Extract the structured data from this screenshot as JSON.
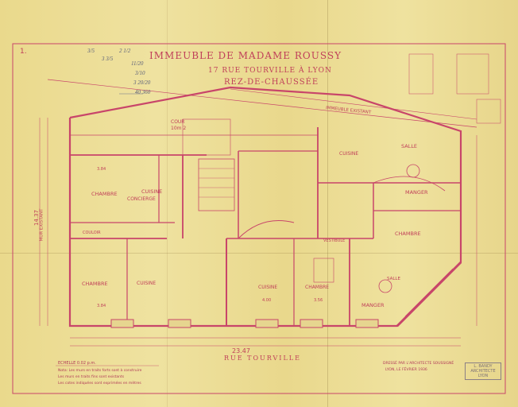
{
  "sheet_number": "1.",
  "title": {
    "building": "IMMEUBLE DE MADAME ROUSSY",
    "address": "17 RUE TOURVILLE À LYON",
    "floor": "REZ-DE-CHAUSSÉE"
  },
  "rooms": {
    "chambre_1": "CHAMBRE",
    "cuisine_1": "CUISINE",
    "concierge": "CONCIERGE",
    "chambre_2": "CHAMBRE",
    "cuisine_2": "CUISINE",
    "cuisine_3": "CUISINE",
    "chambre_3": "CHAMBRE",
    "manger_1": "MANGER",
    "salle": "SALLE",
    "cuisine_4": "CUISINE",
    "manger_2": "MANGER",
    "chambre_4": "CHAMBRE",
    "salle_2": "SALLE",
    "vestibule": "VESTIBULE",
    "couloir": "COULOIR"
  },
  "labels": {
    "street": "RUE TOURVILLE",
    "immeuble_existant_top": "IMMEUBLE EXISTANT",
    "immeuble_existant_left": "MUR EXISTANT",
    "cour": "COUR",
    "cour_area": "10m 2",
    "scale": "ECHELLE 0.02 p.m.",
    "architect": "DRESSÉ PAR L'ARCHITECTE SOUSSIGNÉ",
    "date": "LYON, LE FÉVRIER 1936"
  },
  "dimensions": {
    "total_width": "23.47",
    "depth": "14.37",
    "d1": "3.84",
    "d2": "3.84",
    "d3": "4.00",
    "d4": "3.56"
  },
  "pencil_notes": [
    "3/5",
    "3 3/5",
    "2 1/2",
    "11/20",
    "3/10",
    "3 20/20",
    "40 360"
  ],
  "stamp": {
    "line1": "L. BANDY",
    "line2": "ARCHITECTE",
    "line3": "LYON"
  },
  "legend_notes": [
    "Nota: Les murs en traits forts sont à construire",
    "Les murs en traits fins sont existants",
    "Les cotes indiquées sont exprimées en mètres"
  ]
}
